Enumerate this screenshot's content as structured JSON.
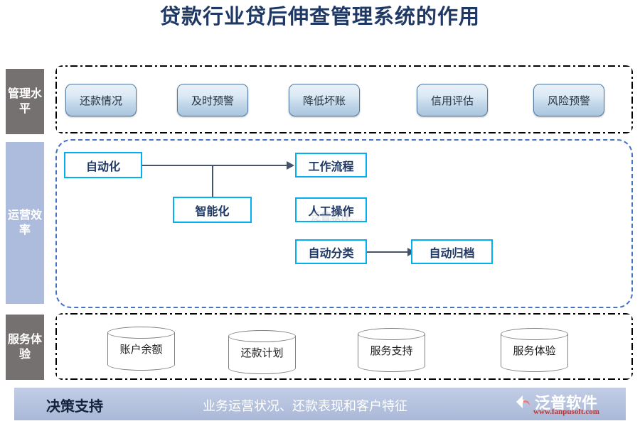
{
  "page": {
    "title": "贷款行业贷后伸查管理系统的作用"
  },
  "sections": [
    {
      "label": "管理水平",
      "label_style": "gray",
      "items": [
        "还款情况",
        "及时预警",
        "降低坏账",
        "信用评估",
        "风险预警"
      ]
    },
    {
      "label": "运营效率",
      "label_style": "blue",
      "items": [
        "自动化",
        "智能化",
        "工作流程",
        "人工操作",
        "自动分类",
        "自动归档"
      ],
      "connections": [
        {
          "from": "自动化",
          "to": "工作流程"
        },
        {
          "from": "智能化",
          "to": "工作流程"
        },
        {
          "from": "自动分类",
          "to": "自动归档"
        }
      ]
    },
    {
      "label": "服务体验",
      "label_style": "gray",
      "items": [
        "账户余额",
        "还款计划",
        "服务支持",
        "服务体验"
      ]
    }
  ],
  "footer": {
    "left_label": "决策支持",
    "center_text": "业务运营状况、还款表现和客户特征",
    "brand_name": "泛普软件",
    "brand_url": "www.fanpusoft.com"
  },
  "watermark": {
    "text": "泛普软件",
    "sub": "FANPU SOFTWARE"
  },
  "colors": {
    "title": "#1F3864",
    "label_gray": "#767171",
    "label_blue": "#ADBCDC",
    "box_border_cyan": "#00B0F0",
    "dash_blue": "#4472C4",
    "connector": "#44546A",
    "footer_bar": "#B5C2DE",
    "brand_url": "#B03A3A"
  }
}
